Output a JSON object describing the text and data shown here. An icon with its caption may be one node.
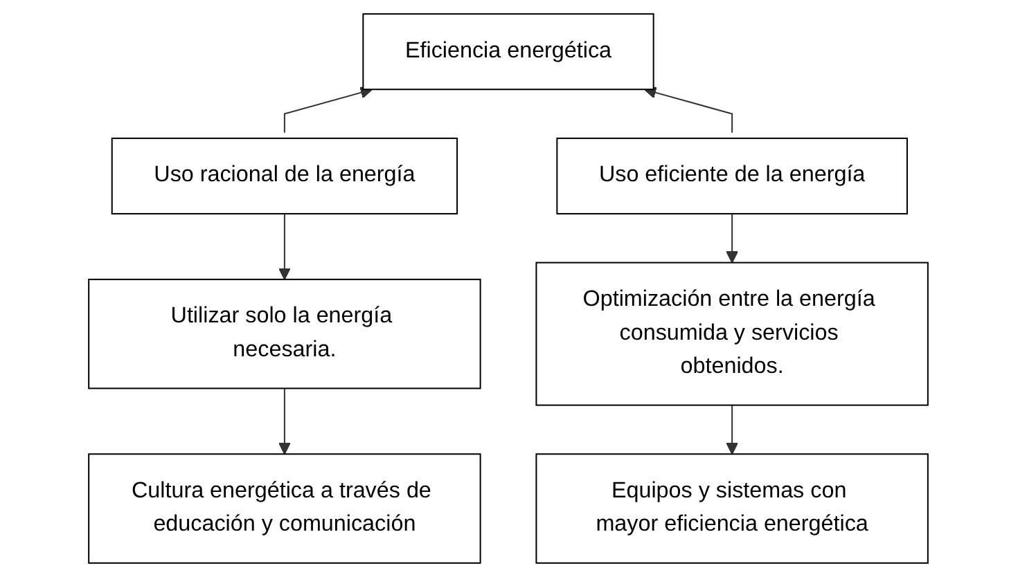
{
  "diagram": {
    "nodes": [
      {
        "text": [
          "Eficiencia energética"
        ]
      },
      {
        "text": [
          "Uso racional de la energía"
        ]
      },
      {
        "text": [
          "Uso eficiente de la energía"
        ]
      },
      {
        "text": [
          "Utilizar solo la energía necesaria."
        ]
      },
      {
        "text": [
          "Optimización entre la energía consumida y servicios obtenidos."
        ]
      },
      {
        "text": [
          "Cultura energética a través de educación y comunicación"
        ]
      },
      {
        "text": [
          "Equipos y sistemas con mayor eficiencia energética"
        ]
      }
    ],
    "edges": [
      {
        "from": 1,
        "to": 0,
        "arrow": "to"
      },
      {
        "from": 2,
        "to": 0,
        "arrow": "to"
      },
      {
        "from": 1,
        "to": 3,
        "arrow": "to"
      },
      {
        "from": 3,
        "to": 5,
        "arrow": "to"
      },
      {
        "from": 2,
        "to": 4,
        "arrow": "to"
      },
      {
        "from": 4,
        "to": 6,
        "arrow": "to"
      }
    ]
  }
}
